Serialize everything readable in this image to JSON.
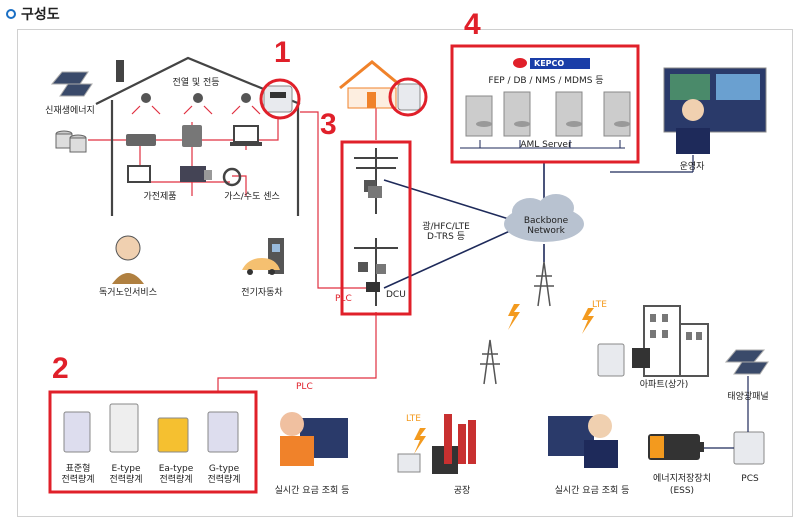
{
  "header": {
    "title": "구성도"
  },
  "numbers": {
    "n1": "1",
    "n2": "2",
    "n3": "3",
    "n4": "4"
  },
  "labels": {
    "renewable": "신재생에너지",
    "lights": "전열 및 전등",
    "appliances": "가전제품",
    "gas_water_sensor": "가스/수도 센스",
    "elderly_service": "독거노인서비스",
    "ev": "전기자동차",
    "plc_1": "PLC",
    "plc_2": "PLC",
    "dcu": "DCU",
    "comm_1": "광/HFC/LTE",
    "comm_2": "D-TRS 등",
    "backbone_1": "Backbone",
    "backbone_2": "Network",
    "kepco": "KEPCO",
    "servers": "FEP / DB / NMS / MDMS 등",
    "aml_server": "AML Server",
    "operator": "운영자",
    "lte_1": "LTE",
    "lte_2": "LTE",
    "apartment": "아파트(상가)",
    "solar_panel": "태양광패널",
    "meter_std_1": "표준형",
    "meter_std_2": "전력량계",
    "meter_e_1": "E-type",
    "meter_e_2": "전력량계",
    "meter_ea_1": "Ea-type",
    "meter_ea_2": "전력량계",
    "meter_g_1": "G-type",
    "meter_g_2": "전력량계",
    "realtime_1": "실시간 요금 조회 등",
    "factory": "공장",
    "realtime_2": "실시간 요금 조회 등",
    "ess_1": "에너지저장장치",
    "ess_2": "(ESS)",
    "pcs": "PCS"
  },
  "colors": {
    "accent_red": "#e0202a",
    "line_red": "#e03040",
    "line_navy": "#1e2a5a",
    "bullet_blue": "#1a6fc4",
    "kepco_blue": "#1a3ea8"
  }
}
